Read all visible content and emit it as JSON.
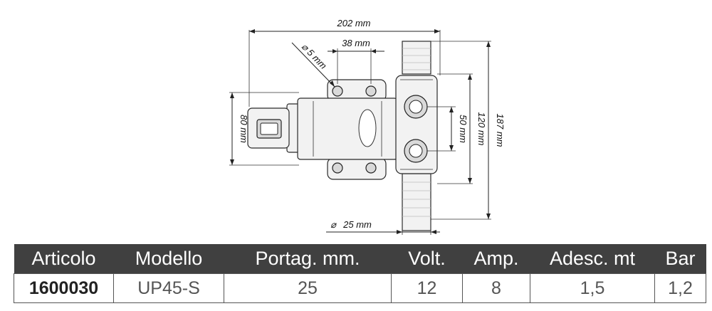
{
  "dimensions": {
    "overall_length": "202 mm",
    "hole_spacing": "38 mm",
    "hole_diameter": "⌀ 5 mm",
    "body_height": "80 mm",
    "port_spacing": "50 mm",
    "head_height": "120 mm",
    "overall_height": "187 mm",
    "hose_diameter": "25 mm",
    "hose_diameter_symbol": "⌀"
  },
  "table": {
    "headers": [
      "Articolo",
      "Modello",
      "Portag. mm.",
      "Volt.",
      "Amp.",
      "Adesc. mt",
      "Bar"
    ],
    "rows": [
      [
        "1600030",
        "UP45-S",
        "25",
        "12",
        "8",
        "1,5",
        "1,2"
      ]
    ]
  },
  "colors": {
    "header_bg": "#404040",
    "header_text": "#ffffff"
  }
}
